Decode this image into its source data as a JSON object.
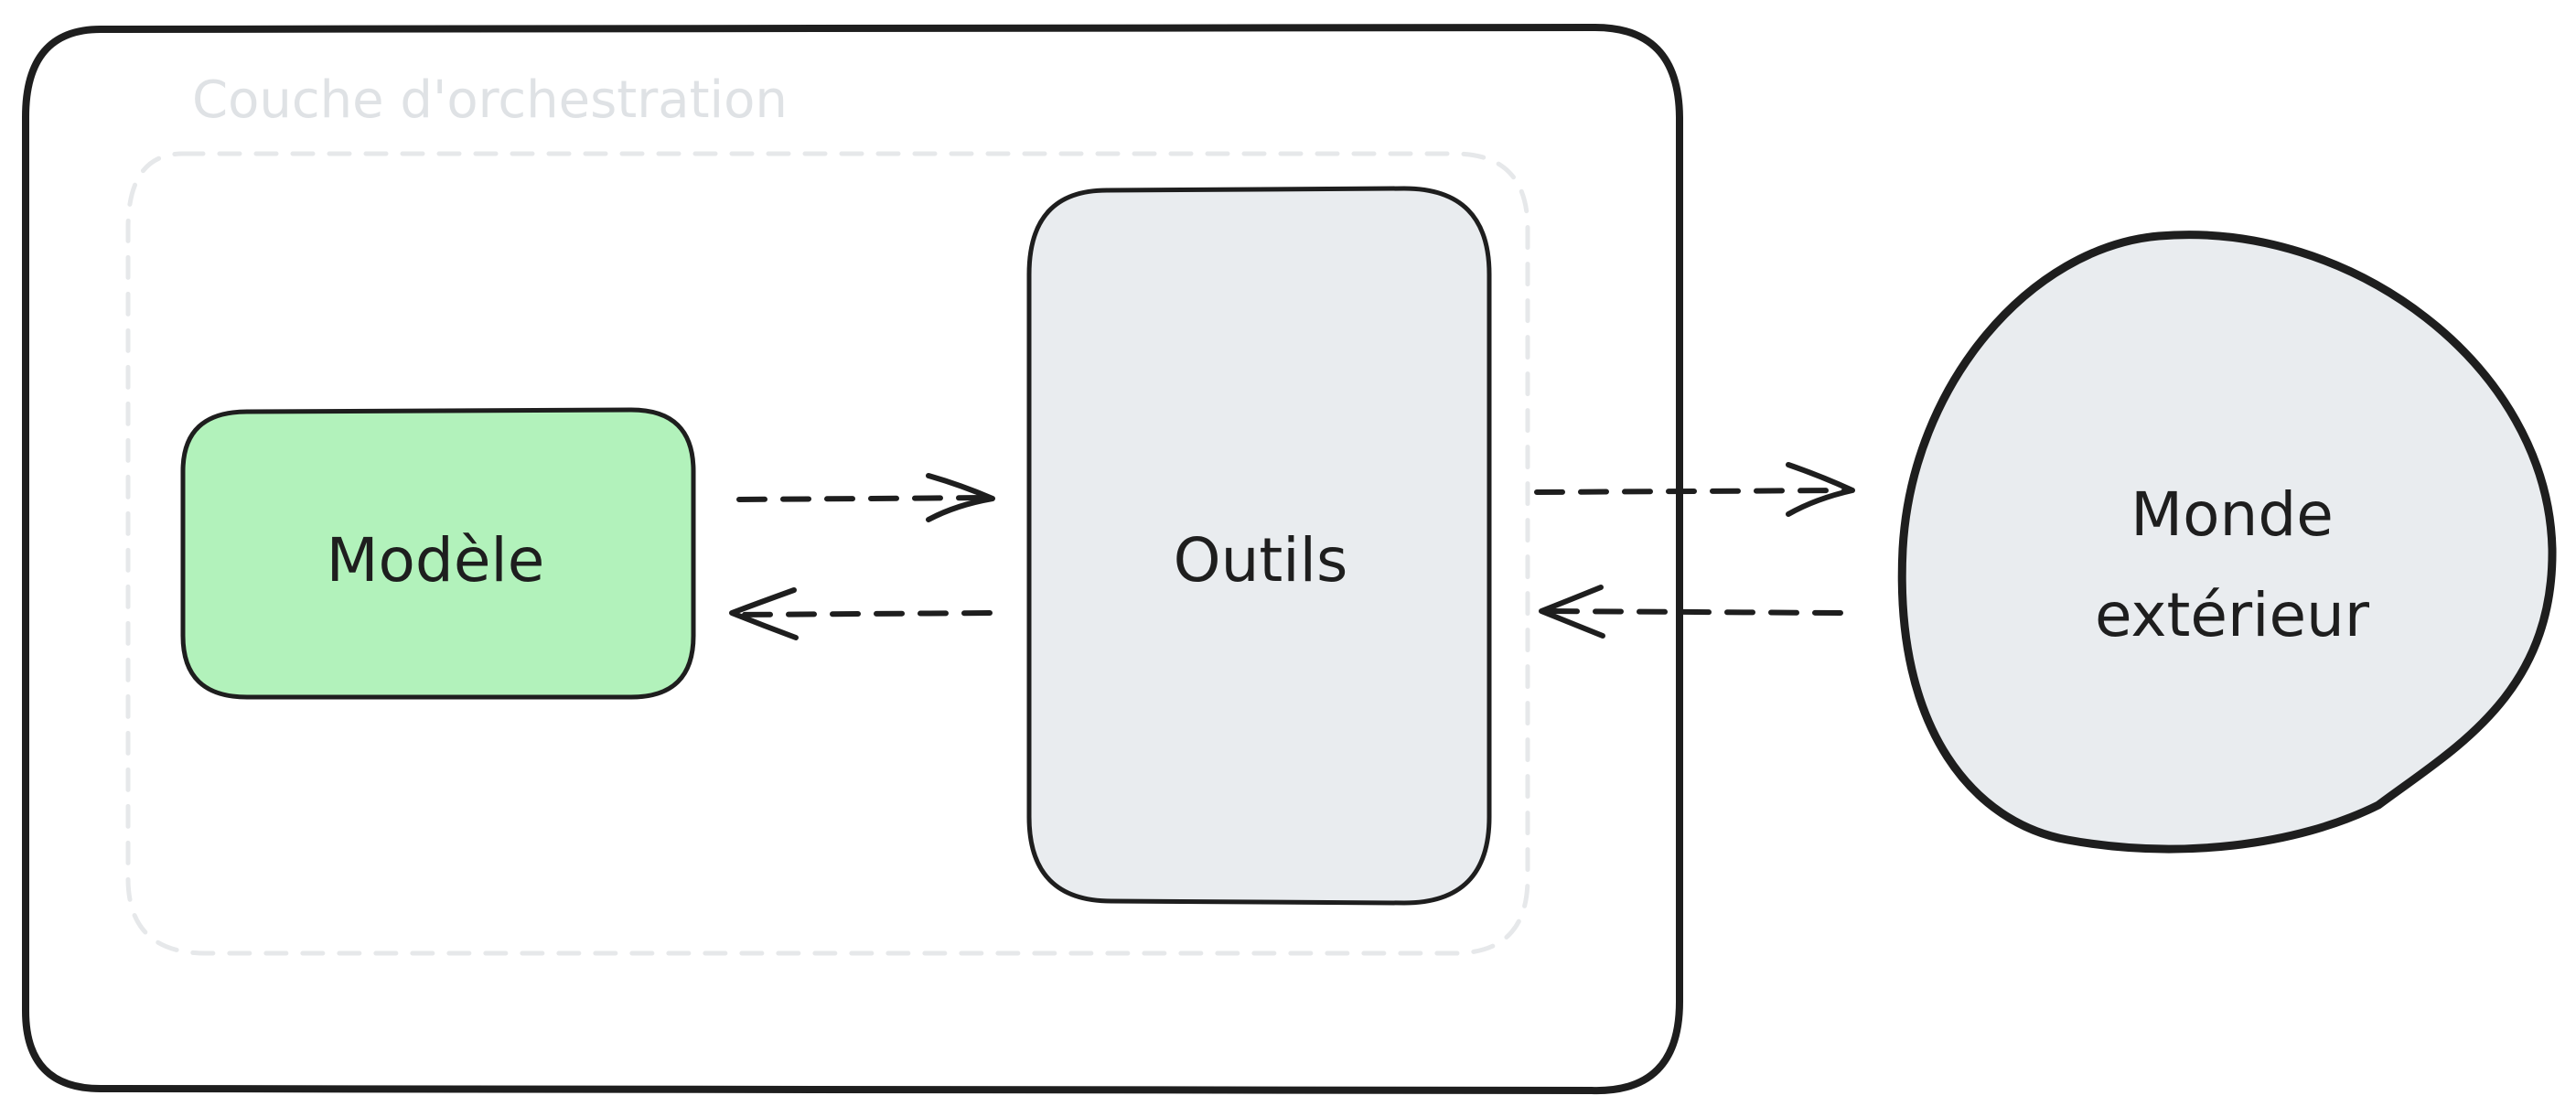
{
  "diagram": {
    "outer_container": {
      "stroke_color": "#1e1e1e",
      "fill_color": "#ffffff"
    },
    "orchestration_layer": {
      "label": "Couche d'orchestration",
      "stroke_color": "#e6e8ea",
      "label_color": "#dfe2e5"
    },
    "nodes": {
      "model": {
        "label": "Modèle",
        "fill_color": "#b2f2bb",
        "stroke_color": "#1e1e1e"
      },
      "tools": {
        "label": "Outils",
        "fill_color": "#e9ecef",
        "stroke_color": "#1e1e1e"
      },
      "world": {
        "label_line1": "Monde",
        "label_line2": "extérieur",
        "fill_color": "#e9ecef",
        "stroke_color": "#1e1e1e"
      }
    },
    "edges": [
      {
        "from": "model",
        "to": "tools",
        "style": "dashed"
      },
      {
        "from": "tools",
        "to": "model",
        "style": "dashed"
      },
      {
        "from": "tools",
        "to": "world",
        "style": "dashed"
      },
      {
        "from": "world",
        "to": "tools",
        "style": "dashed"
      }
    ]
  }
}
